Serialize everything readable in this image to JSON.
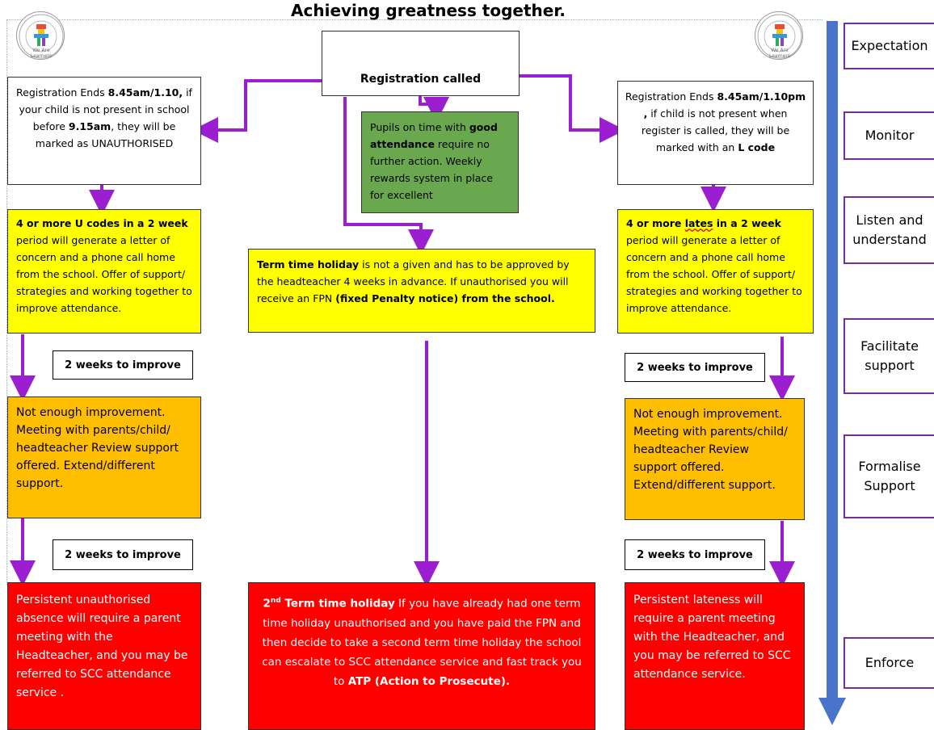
{
  "header": {
    "title": "Achieving greatness together."
  },
  "logos": [
    {
      "text": "We Are Learners"
    },
    {
      "text": "We Are Learners"
    }
  ],
  "registration": {
    "label": "Registration called"
  },
  "good_attendance": {
    "pre": "Pupils on time with ",
    "bold": "good attendance",
    "post": " require no further action. Weekly rewards system in place for excellent"
  },
  "left_col": {
    "reg_box": {
      "p1": "Registration Ends ",
      "b1": "8.45am/1.10,",
      "p2": " if your child is not present in school before ",
      "b2": "9.15am",
      "p3": ", they will be marked as UNAUTHORISED"
    },
    "ucodes": {
      "bold": "4 or more U codes in a 2 week",
      "rest": " period will generate a letter of concern and a phone call home from the school. Offer of support/ strategies and working together to improve attendance."
    },
    "improve1": "2 weeks to improve",
    "not_enough": "Not enough improvement. Meeting with parents/child/ headteacher Review support offered. Extend/different support.",
    "improve2": "2 weeks to improve",
    "persistent": "Persistent unauthorised absence will require a parent meeting with the Headteacher, and you may be referred to SCC attendance service ."
  },
  "middle_col": {
    "term_holiday": {
      "bold1": "Term time holiday",
      "p1": " is not a given and has to be approved by the headteacher 4 weeks in advance. If unauthorised you will receive an FPN ",
      "bold2": "(fixed Penalty notice) from the school."
    },
    "second_holiday": {
      "num": "2",
      "sup": "nd",
      "bold1": " Term time holiday",
      "p1": " If you have already had one term time holiday unauthorised and you have paid the FPN and then decide to take a second term time holiday the school can escalate to SCC attendance service and fast track you to ",
      "bold2": "ATP (Action to Prosecute)."
    }
  },
  "right_col": {
    "reg_box": {
      "p1": "Registration Ends ",
      "b1": "8.45am/1.10pm ,",
      "p2": " if child is not present when register is called, they will be marked with an ",
      "b2": "L code"
    },
    "lates": {
      "bold1": "4 or more ",
      "bold_underlined": "lates",
      "bold2": " in a 2 week",
      "rest": " period will generate a letter of concern and a phone call home from the school. Offer of support/ strategies and working together to improve attendance."
    },
    "improve1": "2 weeks to improve",
    "not_enough": "Not enough improvement. Meeting with parents/child/ headteacher Review support offered. Extend/different support.",
    "improve2": "2 weeks to improve",
    "persistent": "Persistent lateness will require a parent meeting with the Headteacher, and you may be referred to SCC attendance service."
  },
  "stages": [
    "Expectation",
    "Monitor",
    "Listen and understand",
    "Facilitate support",
    "Formalise Support",
    "Enforce"
  ],
  "colors": {
    "arrow": "#9b1fd1",
    "yellow": "#ffff00",
    "green": "#6aa84f",
    "orange": "#ffbf00",
    "red": "#ff0000",
    "blue_arrow": "#4a74c9",
    "stage_border": "#7030a0"
  },
  "icons": [
    "arrow-down-icon",
    "arrow-left-icon",
    "arrow-right-icon",
    "school-logo-icon"
  ]
}
